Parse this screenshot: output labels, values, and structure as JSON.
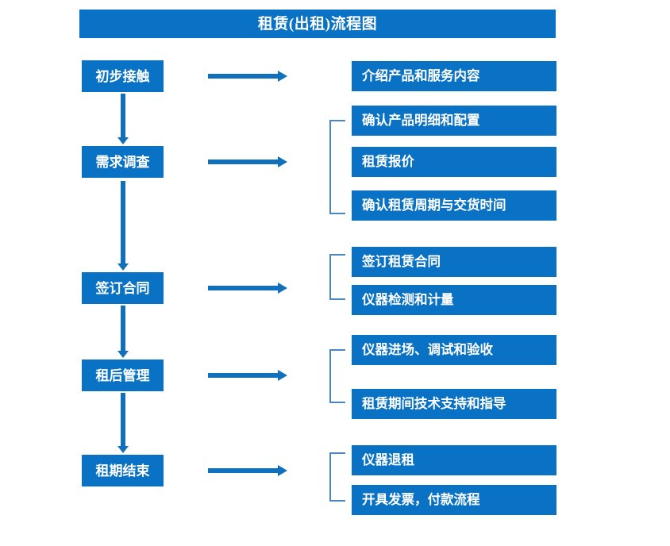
{
  "diagram": {
    "title": "租赁(出租)流程图",
    "colors": {
      "box_fill": "#0a72c4",
      "arrow": "#1170bb",
      "bracket": "#4a86c8",
      "text": "#ffffff",
      "background": "#ffffff"
    },
    "stages": [
      {
        "id": "stage-1",
        "label": "初步接触"
      },
      {
        "id": "stage-2",
        "label": "需求调查"
      },
      {
        "id": "stage-3",
        "label": "签订合同"
      },
      {
        "id": "stage-4",
        "label": "租后管理"
      },
      {
        "id": "stage-5",
        "label": "租期结束"
      }
    ],
    "details": [
      {
        "id": "detail-1-1",
        "label": "介绍产品和服务内容",
        "stage": "初步接触"
      },
      {
        "id": "detail-2-1",
        "label": "确认产品明细和配置",
        "stage": "需求调查"
      },
      {
        "id": "detail-2-2",
        "label": "租赁报价",
        "stage": "需求调查"
      },
      {
        "id": "detail-2-3",
        "label": "确认租赁周期与交货时间",
        "stage": "需求调查"
      },
      {
        "id": "detail-3-1",
        "label": "签订租赁合同",
        "stage": "签订合同"
      },
      {
        "id": "detail-3-2",
        "label": "仪器检测和计量",
        "stage": "签订合同"
      },
      {
        "id": "detail-4-1",
        "label": "仪器进场、调试和验收",
        "stage": "租后管理"
      },
      {
        "id": "detail-4-2",
        "label": "租赁期间技术支持和指导",
        "stage": "租后管理"
      },
      {
        "id": "detail-5-1",
        "label": "仪器退租",
        "stage": "租期结束"
      },
      {
        "id": "detail-5-2",
        "label": "开具发票，付款流程",
        "stage": "租期结束"
      }
    ]
  }
}
